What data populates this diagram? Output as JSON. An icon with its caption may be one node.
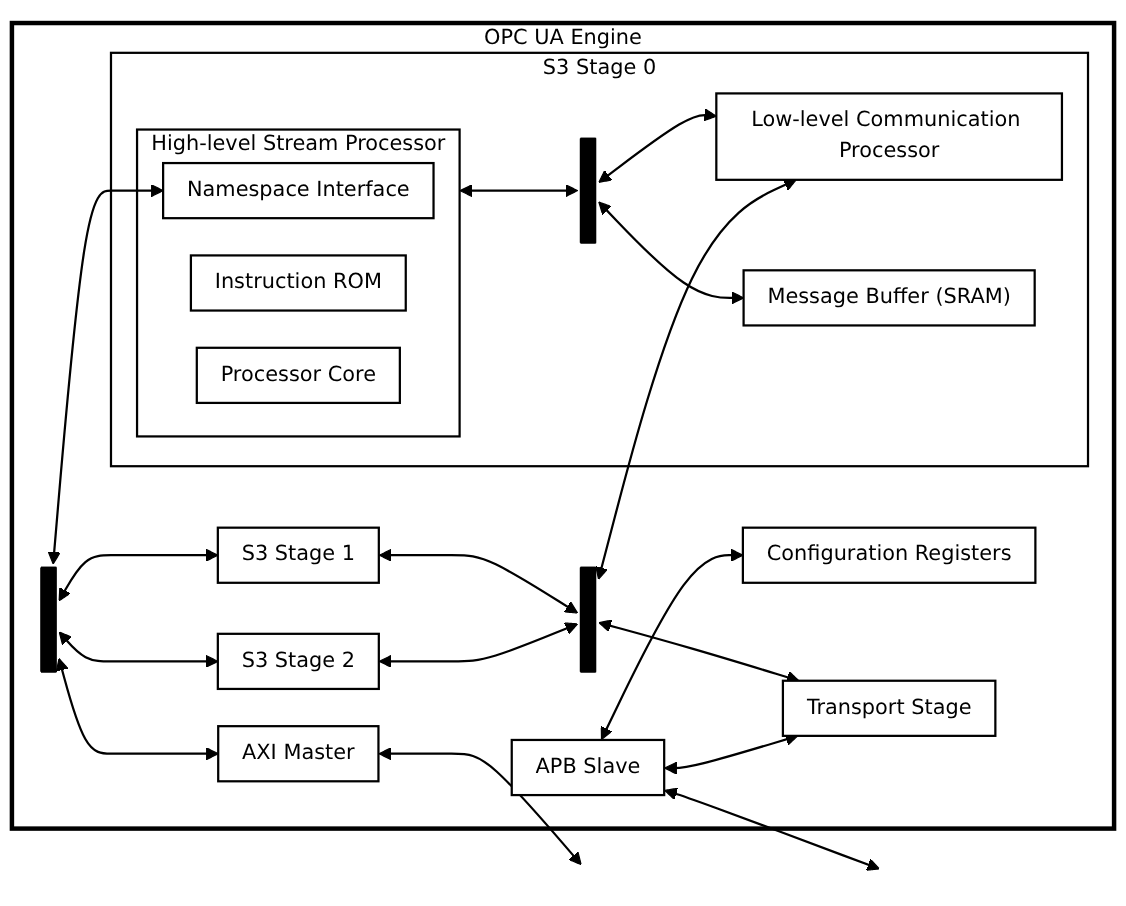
{
  "diagram": {
    "nodes": [
      {
        "text": [
          "OPC UA Engine"
        ]
      },
      {
        "text": [
          "AXI Master"
        ],
        "in": 0
      },
      {
        "text": [
          "S3 Stage 2"
        ],
        "in": 0
      },
      {
        "text": [
          "S3 Stage 1"
        ],
        "in": 0
      },
      {
        "text": [
          "Configuration Registers"
        ],
        "in": 0
      },
      {
        "text": [
          "Transport Stage"
        ],
        "in": 0
      },
      {
        "text": [
          "APB Slave"
        ],
        "in": 0
      },
      {
        "text": [
          "S3 Stage 0"
        ],
        "in": 0
      },
      {
        "text": [
          "High-level Stream Processor"
        ],
        "in": 7
      },
      {
        "text": [
          "Namespace Interface"
        ],
        "in": 8
      },
      {
        "text": [
          "Instruction ROM"
        ],
        "in": 8
      },
      {
        "text": [
          "Processor Core"
        ],
        "in": 8
      },
      {
        "text": [
          "Low-level Communication Processor"
        ],
        "in": 7
      },
      {
        "text": [
          "Message Buffer (SRAM)"
        ],
        "in": 7
      },
      {
        "text": [],
        "shape": "bar",
        "in": 0
      },
      {
        "text": [],
        "shape": "bar",
        "in": 0
      },
      {
        "text": [],
        "shape": "bar",
        "in": 7
      }
    ],
    "edges": [
      {
        "from": 14,
        "to": 1,
        "arrow": "both"
      },
      {
        "from": 1,
        "to": null,
        "arrow": "both"
      },
      {
        "from": 14,
        "to": 2,
        "arrow": "both"
      },
      {
        "from": 2,
        "to": 15,
        "arrow": "both"
      },
      {
        "from": 6,
        "to": 4,
        "arrow": "both"
      },
      {
        "from": 6,
        "to": 5,
        "arrow": "both"
      },
      {
        "from": 6,
        "to": null,
        "arrow": "both"
      },
      {
        "from": 14,
        "to": 3,
        "arrow": "both"
      },
      {
        "from": 3,
        "to": 15,
        "arrow": "both"
      },
      {
        "from": 15,
        "to": 5,
        "arrow": "both"
      },
      {
        "from": 15,
        "to": 12,
        "arrow": "both"
      },
      {
        "from": 14,
        "to": 9,
        "arrow": "both"
      },
      {
        "from": 8,
        "to": 16,
        "arrow": "both"
      },
      {
        "from": 16,
        "to": 12,
        "arrow": "both"
      },
      {
        "from": 16,
        "to": 13,
        "arrow": "both"
      }
    ]
  }
}
